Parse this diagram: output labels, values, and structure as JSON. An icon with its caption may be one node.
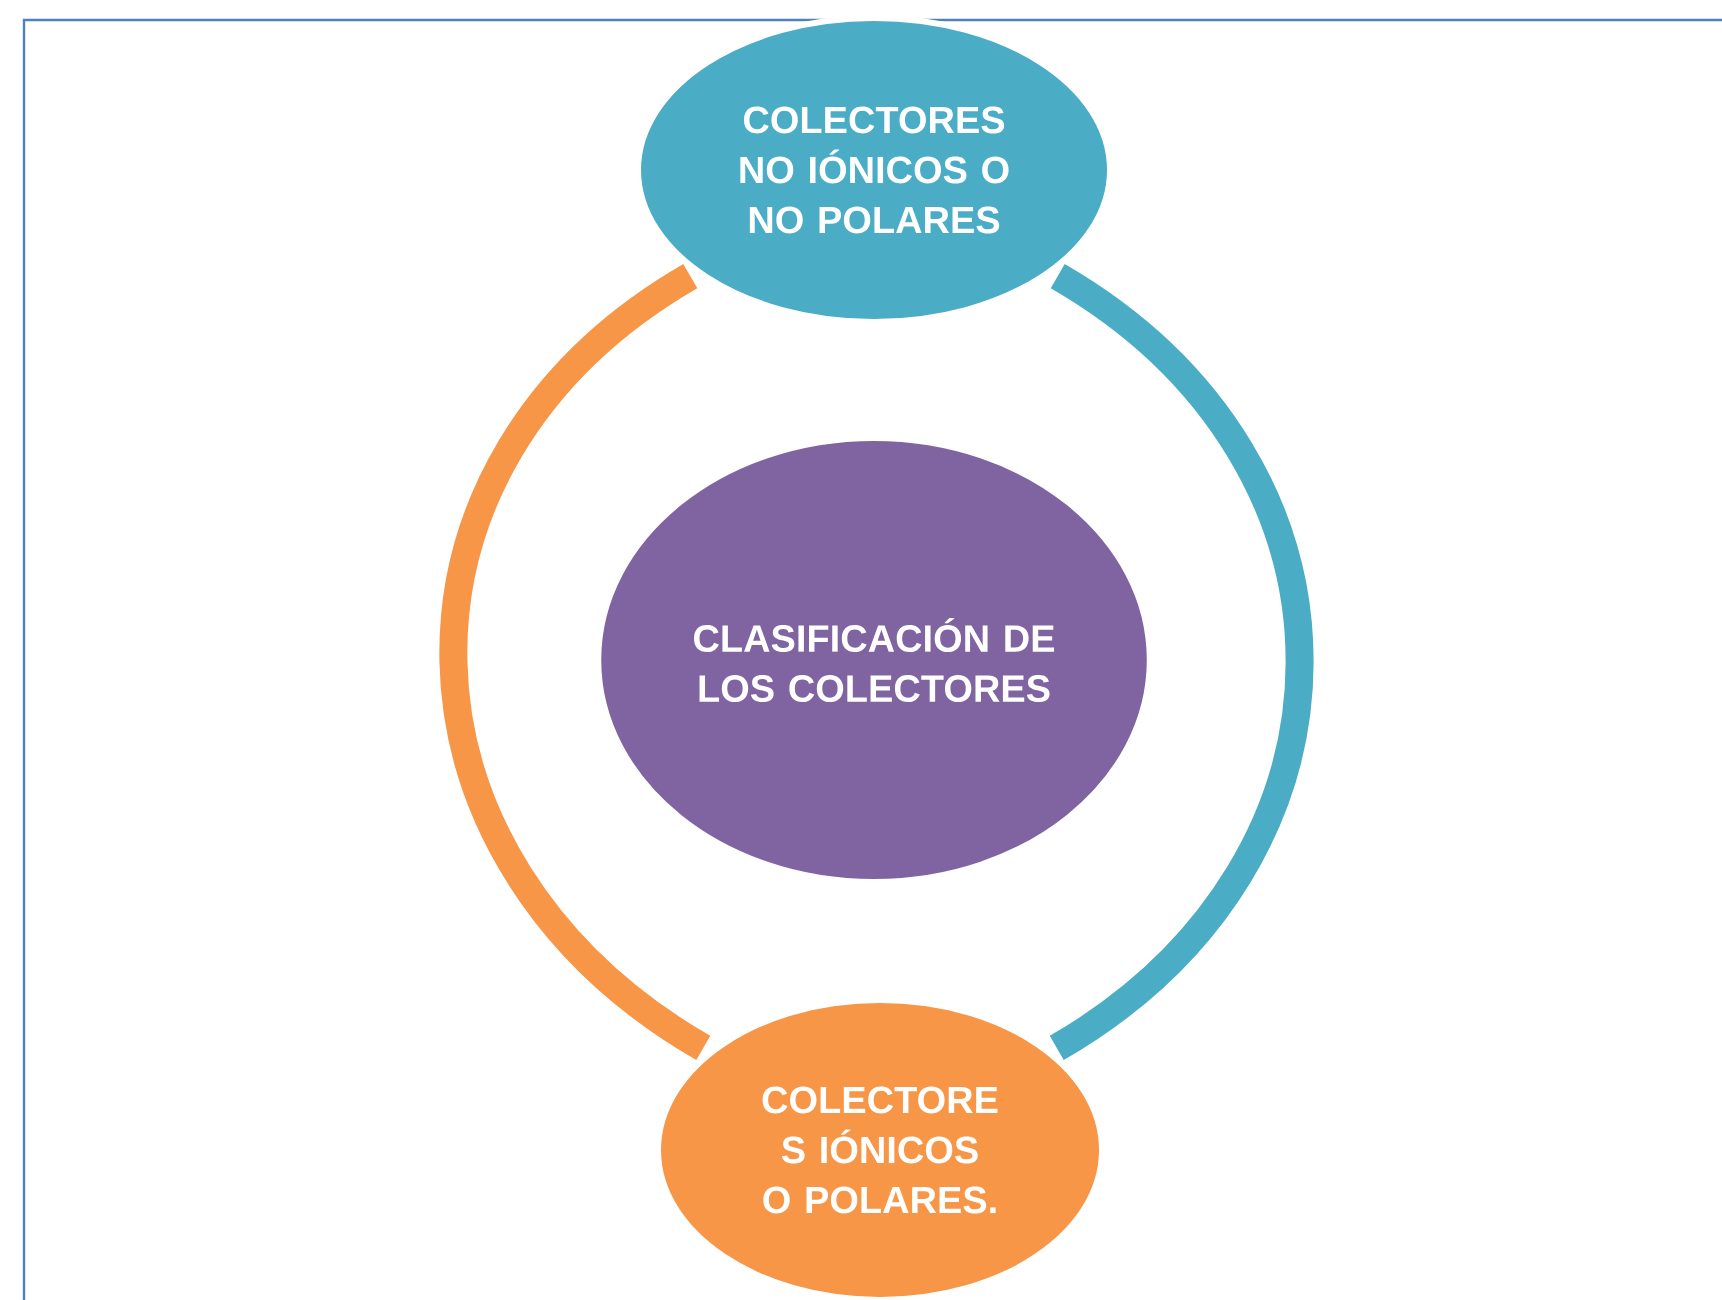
{
  "diagram": {
    "nodes": [
      {
        "text": [
          "COLECTORES NO IÓNICOS O NO POLARES"
        ]
      },
      {
        "text": [
          "CLASIFICACIÓN DE LOS COLECTORES"
        ]
      },
      {
        "text": [
          "COLECTORE S IÓNICOS O POLARES."
        ]
      }
    ],
    "edges": [
      {
        "from": 0,
        "to": 2,
        "arrow": "none",
        "color": "#4bacc6"
      },
      {
        "from": 2,
        "to": 0,
        "arrow": "none",
        "color": "#f79646"
      }
    ]
  }
}
